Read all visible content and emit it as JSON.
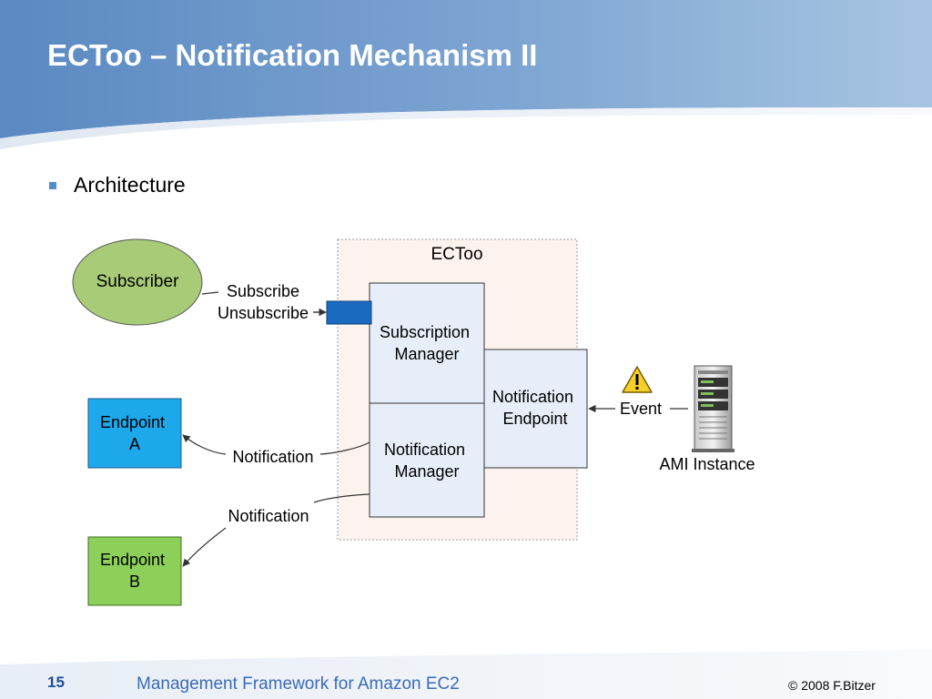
{
  "slide": {
    "title": "ECToo – Notification Mechanism II",
    "bullet": "Architecture"
  },
  "diagram": {
    "container_label": "ECToo",
    "nodes": {
      "subscriber": "Subscriber",
      "subscription_manager": [
        "Subscription",
        "Manager"
      ],
      "notification_manager": [
        "Notification",
        "Manager"
      ],
      "notification_endpoint": [
        "Notification",
        "Endpoint"
      ],
      "endpoint_a": [
        "Endpoint",
        "A"
      ],
      "endpoint_b": [
        "Endpoint",
        "B"
      ],
      "ami_instance": "AMI Instance"
    },
    "edges": {
      "subscribe": "Subscribe",
      "unsubscribe": "Unsubscribe",
      "notification_a": "Notification",
      "notification_b": "Notification",
      "event": "Event"
    },
    "icons": [
      "warning-icon",
      "server-icon"
    ],
    "colors": {
      "subscriber": "#a8cb78",
      "endpoint_a": "#1ea8ec",
      "endpoint_b": "#8cd05a",
      "manager_box": "#e8eef9",
      "container": "#fdf3ee",
      "interface_port": "#1a6bbf",
      "warning": "#f6d02a"
    }
  },
  "footer": {
    "slide_number": "15",
    "title": "Management Framework for Amazon EC2",
    "copyright": "© 2008 F.Bitzer"
  },
  "theme": {
    "header_blue": "#5b8cc4",
    "header_light": "#9dbfdf",
    "footer_blue": "#3a6bb5"
  }
}
